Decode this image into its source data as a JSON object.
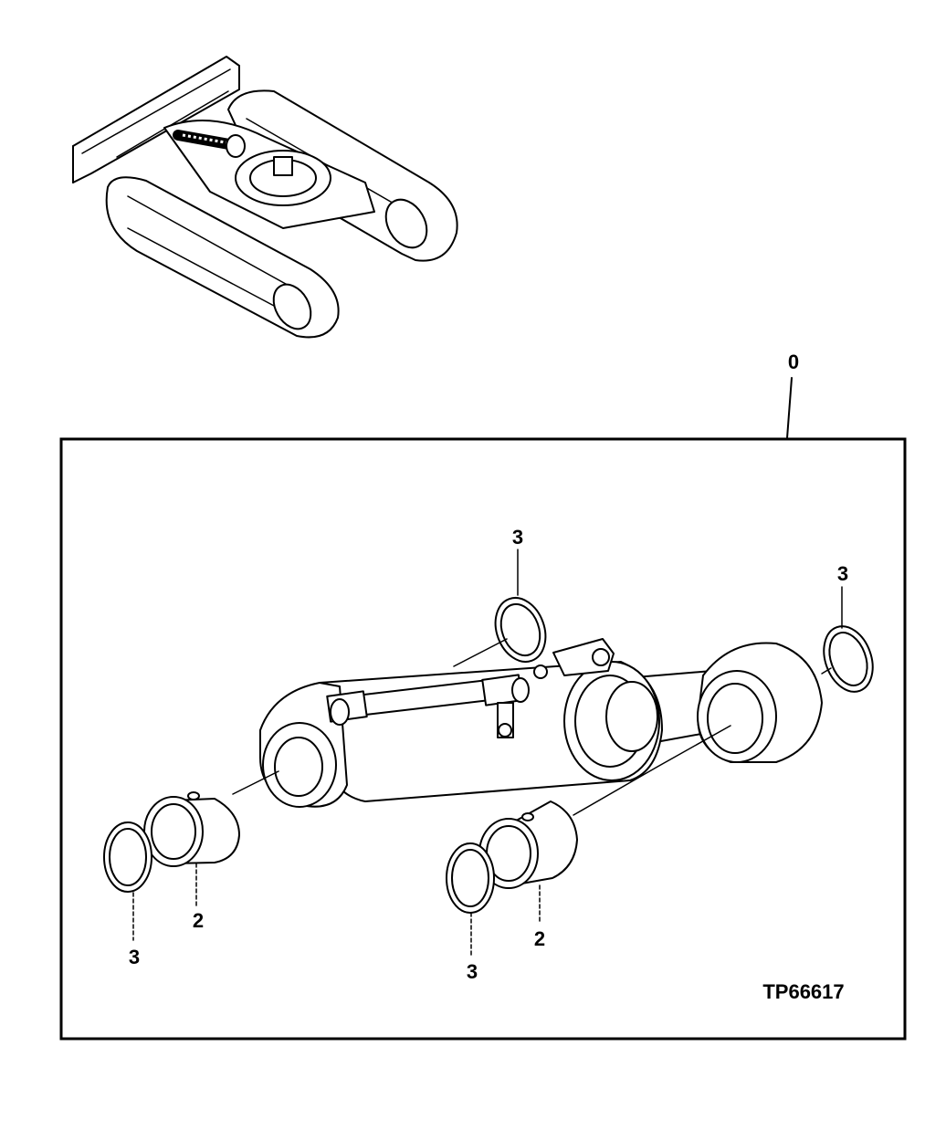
{
  "figure_id": "TP66617",
  "callouts": {
    "assembly": "0",
    "bushing_left": "2",
    "bushing_right": "2",
    "seal_top": "3",
    "seal_right": "3",
    "seal_left": "3",
    "seal_bottom": "3"
  }
}
